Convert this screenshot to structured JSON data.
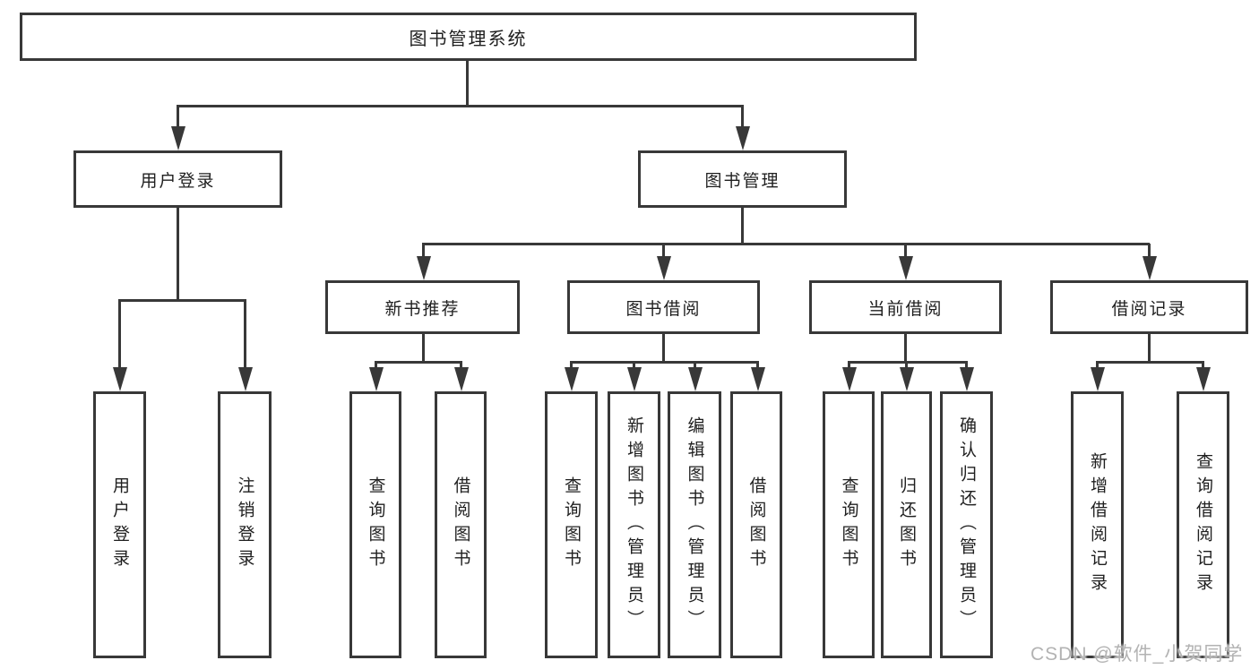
{
  "diagram": {
    "root": {
      "label": "图书管理系统"
    },
    "branches": {
      "user_login": {
        "label": "用户登录",
        "children": [
          {
            "label": "用户登录"
          },
          {
            "label": "注销登录"
          }
        ]
      },
      "book_mgmt": {
        "label": "图书管理",
        "sections": {
          "new_book": {
            "label": "新书推荐",
            "children": [
              {
                "label": "查询图书"
              },
              {
                "label": "借阅图书"
              }
            ]
          },
          "borrow": {
            "label": "图书借阅",
            "children": [
              {
                "label": "查询图书"
              },
              {
                "label": "新增图书（管理员）"
              },
              {
                "label": "编辑图书（管理员）"
              },
              {
                "label": "借阅图书"
              }
            ]
          },
          "current": {
            "label": "当前借阅",
            "children": [
              {
                "label": "查询图书"
              },
              {
                "label": "归还图书"
              },
              {
                "label": "确认归还（管理员）"
              }
            ]
          },
          "records": {
            "label": "借阅记录",
            "children": [
              {
                "label": "新增借阅记录"
              },
              {
                "label": "查询借阅记录"
              }
            ]
          }
        }
      }
    },
    "watermark": "CSDN @软件_小贺同学",
    "colors": {
      "line": "#383838",
      "text": "#1f1f1f",
      "watermark": "#b3b3b3",
      "background": "#ffffff"
    }
  }
}
